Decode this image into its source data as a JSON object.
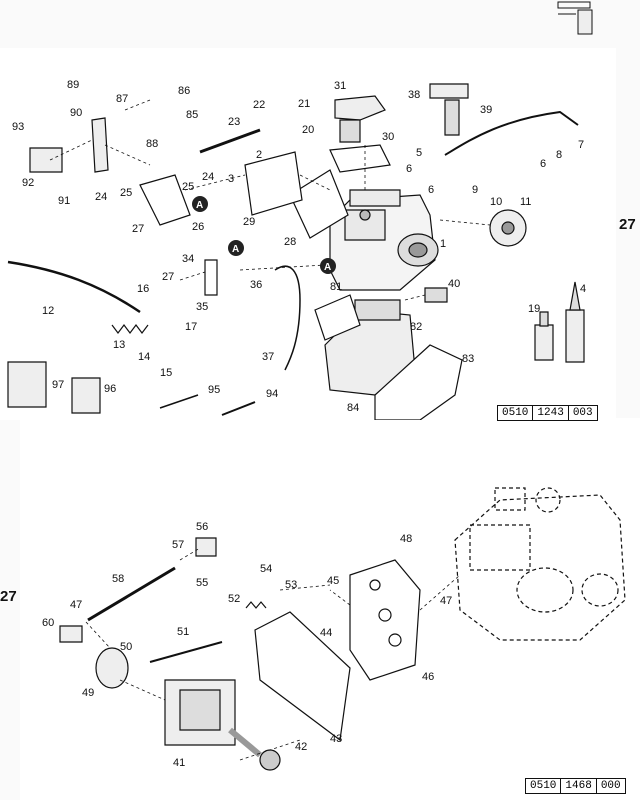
{
  "page_tabs": {
    "right_tab": "27",
    "left_tab": "27"
  },
  "diagram_top": {
    "reference": {
      "part1": "0510",
      "part2": "1243",
      "part3": "003"
    },
    "callouts": [
      "1",
      "2",
      "3",
      "4",
      "5",
      "6",
      "6",
      "6",
      "7",
      "8",
      "9",
      "10",
      "11",
      "12",
      "13",
      "14",
      "15",
      "16",
      "17",
      "19",
      "20",
      "21",
      "22",
      "23",
      "24",
      "24",
      "25",
      "25",
      "26",
      "27",
      "27",
      "28",
      "29",
      "30",
      "31",
      "34",
      "35",
      "36",
      "37",
      "38",
      "39",
      "40",
      "81",
      "82",
      "83",
      "84",
      "85",
      "86",
      "87",
      "88",
      "89",
      "90",
      "91",
      "92",
      "93",
      "94",
      "95",
      "96",
      "97"
    ],
    "markers": [
      "A",
      "A",
      "A"
    ]
  },
  "diagram_bottom": {
    "reference": {
      "part1": "0510",
      "part2": "1468",
      "part3": "000"
    },
    "callouts": [
      "41",
      "42",
      "43",
      "44",
      "45",
      "46",
      "47",
      "47",
      "48",
      "49",
      "50",
      "51",
      "52",
      "53",
      "54",
      "55",
      "56",
      "57",
      "58",
      "60"
    ]
  }
}
